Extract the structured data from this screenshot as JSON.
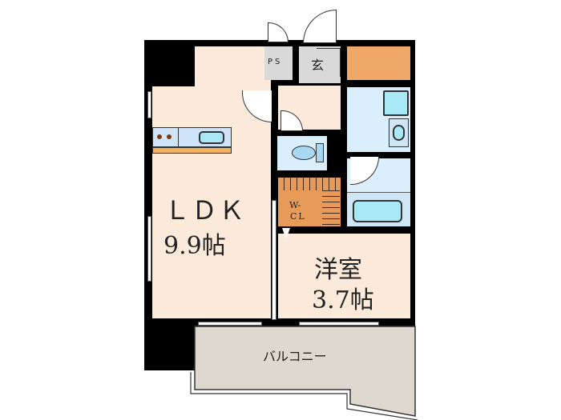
{
  "floorplan": {
    "rooms": {
      "ldk": {
        "name": "ＬＤＫ",
        "size": "9.9帖"
      },
      "western_room": {
        "name": "洋室",
        "size": "3.7帖"
      },
      "walk_in_closet": {
        "line1": "W-",
        "line2": "CL"
      },
      "pipe_space": {
        "name": "PS"
      },
      "entrance": {
        "name": "玄"
      },
      "balcony": {
        "name": "バルコニー"
      }
    },
    "colors": {
      "floor": "#fbe9da",
      "wet_area": "#dbeefb",
      "storage": "#f0a868",
      "entrance": "#d9d9d9",
      "balcony": "#ded8ce",
      "wall": "#000000",
      "fixture": "#a9e8f5"
    }
  }
}
